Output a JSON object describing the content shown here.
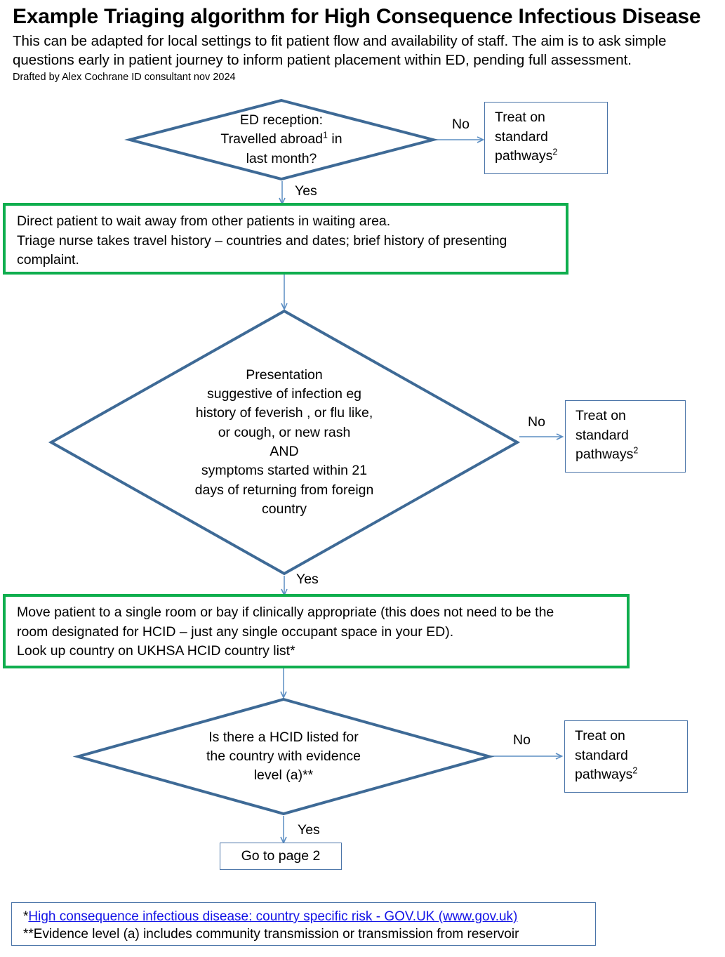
{
  "header": {
    "title": "Example Triaging algorithm for High Consequence Infectious Disease",
    "subtitle": "This can be adapted for local settings to fit patient flow and availability of staff.  The aim is to ask simple questions early in patient journey to inform patient placement within ED, pending full assessment.",
    "byline": "Drafted by Alex Cochrane ID consultant nov 2024"
  },
  "flow": {
    "decision1": {
      "lines": [
        "ED reception:",
        "Travelled abroad¹ in",
        "last month?"
      ],
      "line1": "ED reception:",
      "line2_pre": "Travelled abroad",
      "line2_sup": "1",
      "line2_post": " in",
      "line3": "last month?"
    },
    "decision2": {
      "lines": [
        "Presentation",
        "suggestive of infection eg",
        "history of feverish , or flu like,",
        "or cough, or new rash",
        "AND",
        "symptoms started within 21",
        "days of returning from foreign",
        "country"
      ]
    },
    "decision3": {
      "lines": [
        "Is there a HCID listed for",
        "the country with evidence",
        "level (a)**"
      ]
    },
    "treat1": {
      "line1": "Treat on",
      "line2": "standard",
      "line3_pre": "pathways",
      "line3_sup": "2"
    },
    "treat2": {
      "line1": "Treat on",
      "line2": "standard",
      "line3_pre": "pathways",
      "line3_sup": "2"
    },
    "treat3": {
      "line1": "Treat on",
      "line2": "standard",
      "line3_pre": "pathways",
      "line3_sup": "2"
    },
    "action1": {
      "lines": [
        "Direct patient to wait away from other patients in waiting area.",
        "Triage nurse takes travel history – countries and dates; brief history of presenting",
        "complaint."
      ]
    },
    "action2": {
      "lines": [
        "Move patient to a single room or bay if clinically appropriate (this does not need to be the",
        "room designated for HCID – just any single occupant space in your ED).",
        "Look up country on UKHSA HCID country list*"
      ]
    },
    "terminal": {
      "label": "Go to page 2"
    },
    "edges": {
      "no1": "No",
      "yes1": "Yes",
      "no2": "No",
      "yes2": "Yes",
      "no3": "No",
      "yes3": "Yes"
    }
  },
  "footnotes": {
    "asterisk": "*",
    "link_text": "High consequence infectious disease: country specific risk - GOV.UK (www.gov.uk)",
    "double": "**Evidence level (a) includes community transmission or transmission from reservoir"
  },
  "colors": {
    "diamond_stroke": "#3E6A96",
    "box_stroke": "#4A74A8",
    "green_stroke": "#0FAE4E",
    "connector": "#5B8DC2",
    "link": "#1414E6",
    "text": "#000000",
    "background": "#FFFFFF"
  }
}
